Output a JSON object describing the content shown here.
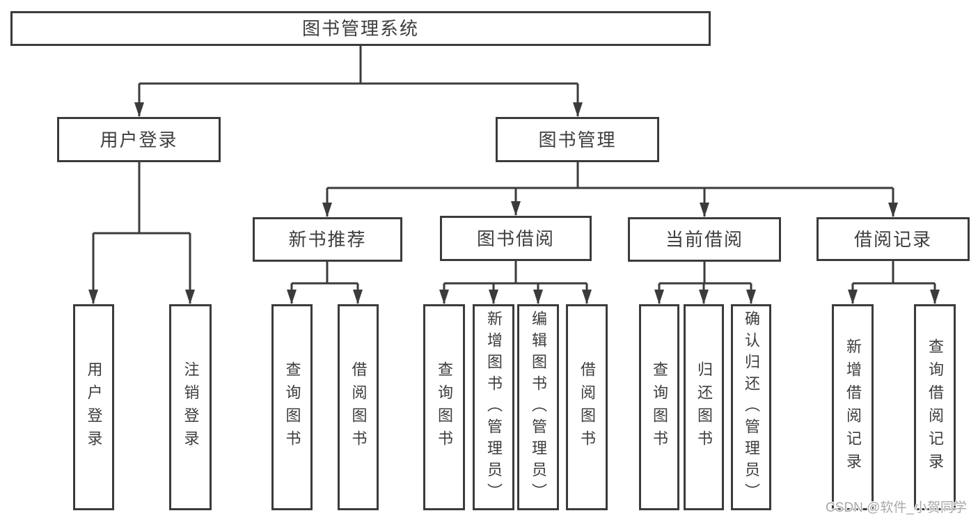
{
  "tree": {
    "root": {
      "label": "图书管理系统"
    },
    "login": {
      "label": "用户登录",
      "children": [
        "用户登录",
        "注销登录"
      ]
    },
    "management": {
      "label": "图书管理",
      "groups": [
        {
          "label": "新书推荐",
          "children": [
            "查询图书",
            "借阅图书"
          ]
        },
        {
          "label": "图书借阅",
          "children": [
            "查询图书",
            "新增图书（管理员）",
            "编辑图书（管理员）",
            "借阅图书"
          ]
        },
        {
          "label": "当前借阅",
          "children": [
            "查询图书",
            "归还图书",
            "确认归还（管理员）"
          ]
        },
        {
          "label": "借阅记录",
          "children": [
            "新增借阅记录",
            "查询借阅记录"
          ]
        }
      ]
    }
  },
  "watermark": "CSDN @软件_小贺同学",
  "colors": {
    "line": "#3b3b3b",
    "text": "#3d3d3d",
    "box_bg": "#ffffff",
    "background": "#ffffff",
    "watermark": "#a9a9a9"
  }
}
